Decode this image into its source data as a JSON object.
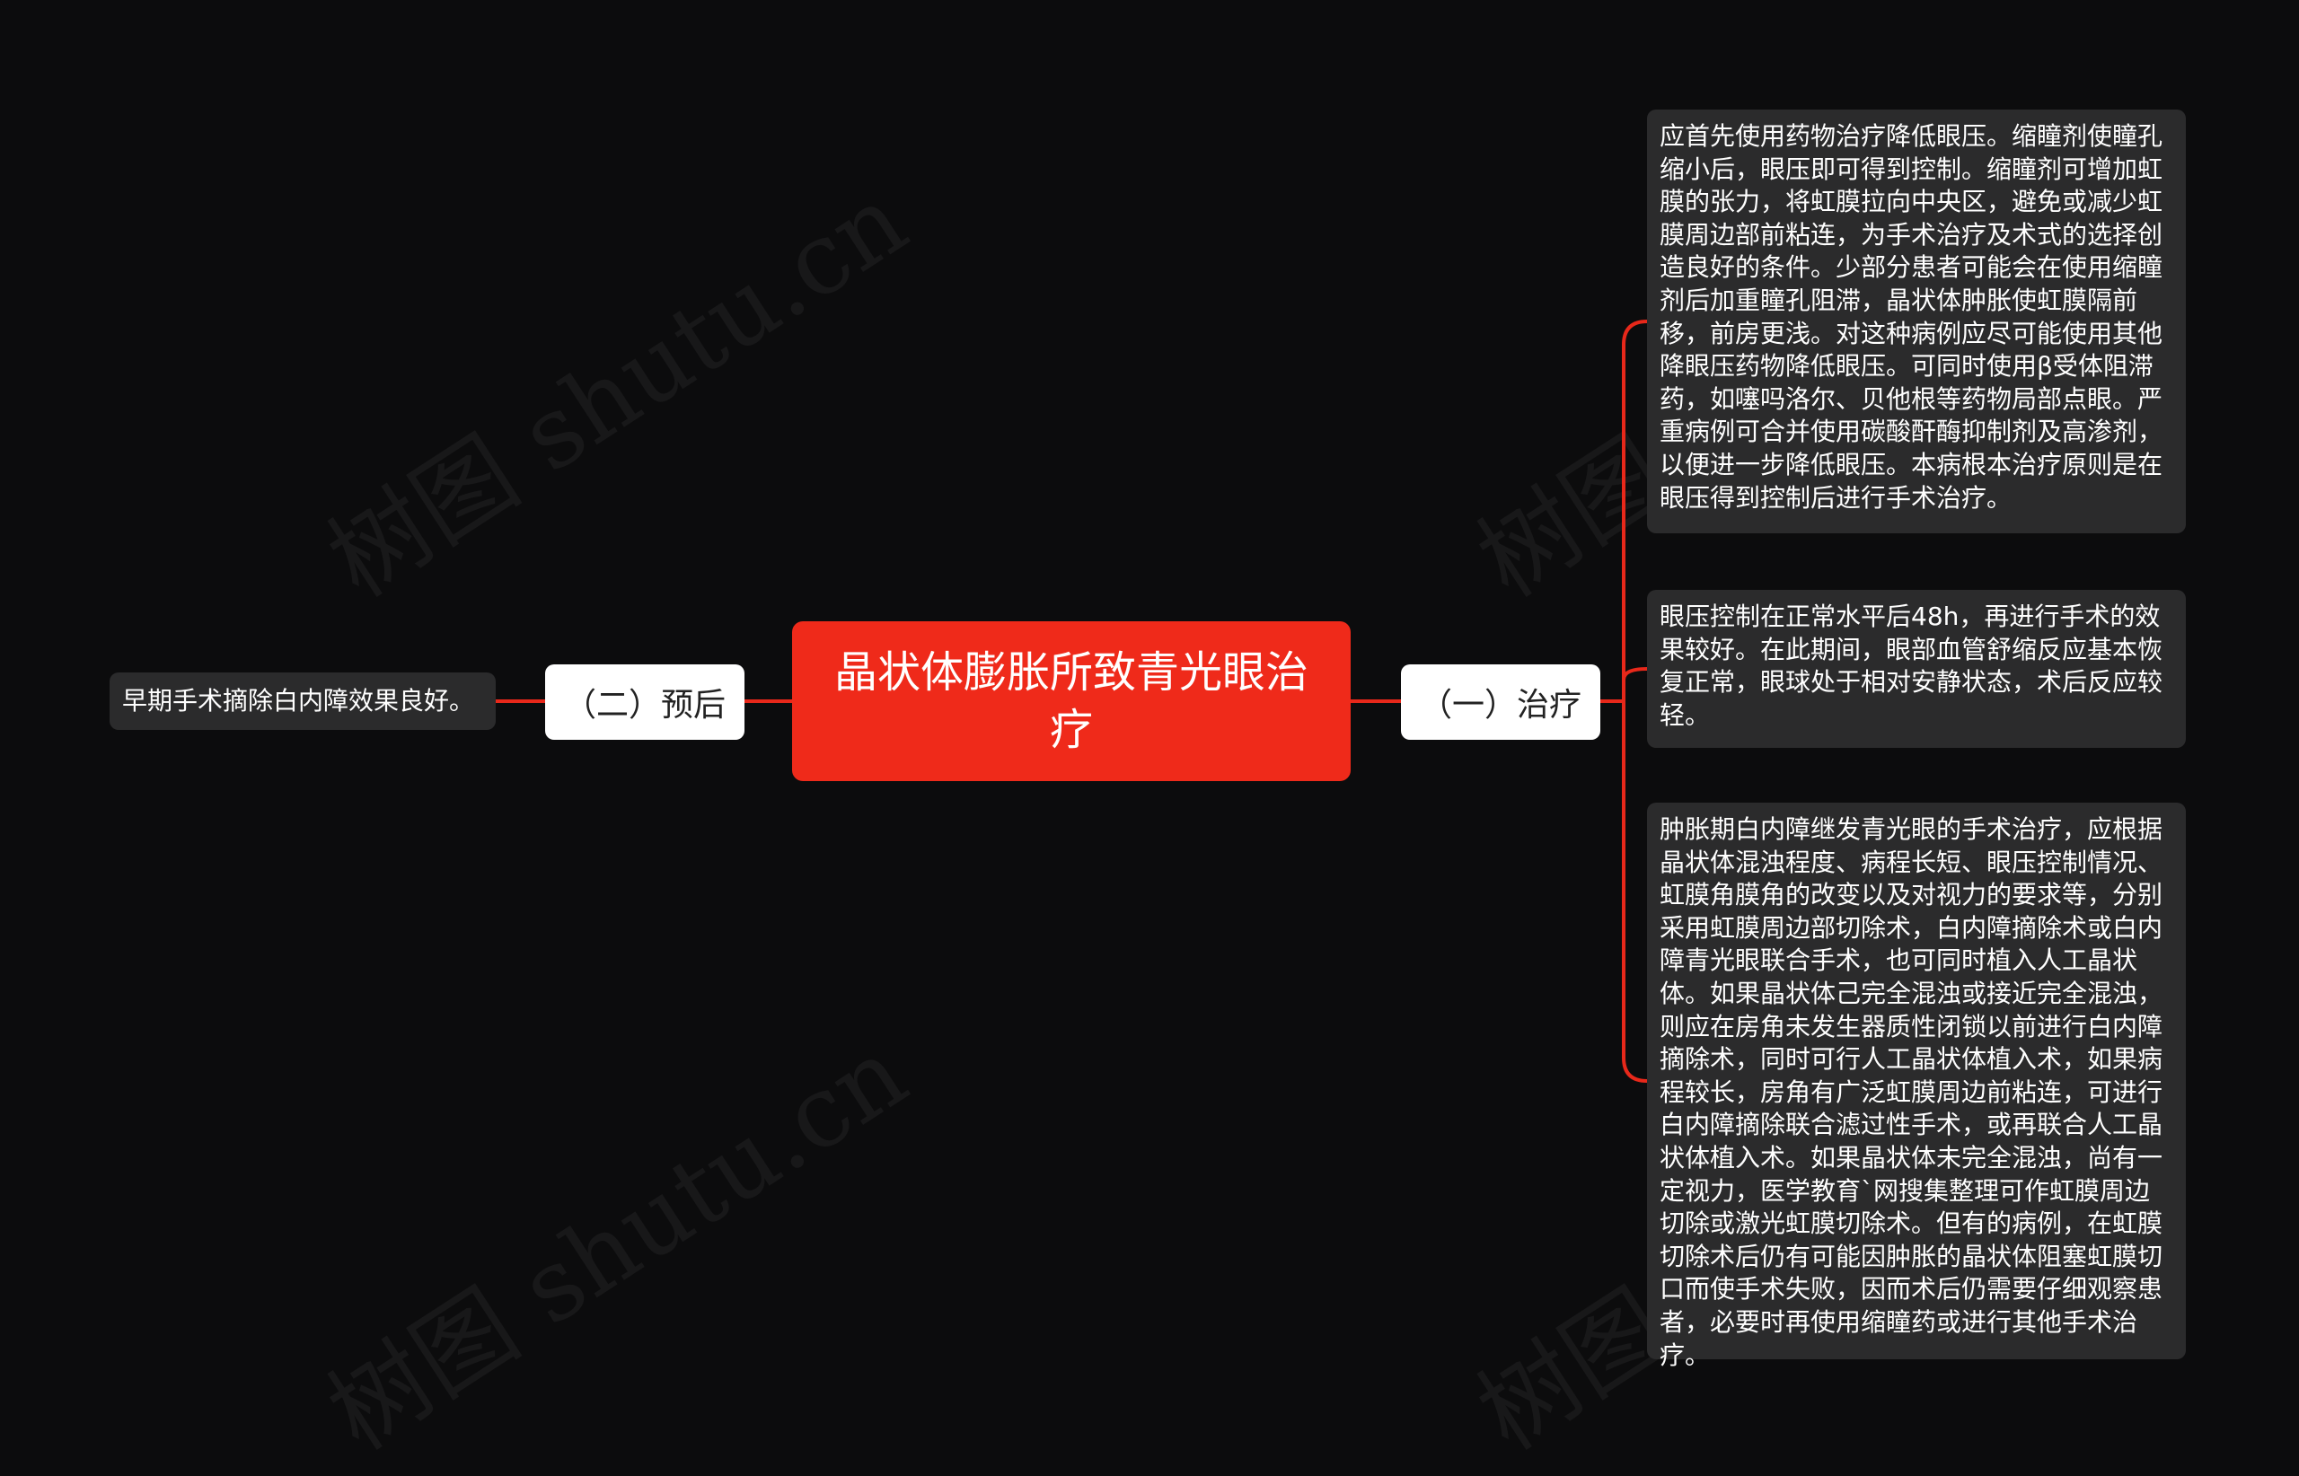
{
  "colors": {
    "background": "#0c0c0d",
    "root": "#ef2a1a",
    "connector": "#e8281a",
    "branch": "#ffffff",
    "leaf": "#2b2b2c"
  },
  "watermark": "树图 shutu.cn",
  "root": {
    "title": "晶状体膨胀所致青光眼治疗"
  },
  "branches": [
    {
      "label": "（一）治疗",
      "side": "right",
      "children": [
        "应首先使用药物治疗降低眼压。缩瞳剂使瞳孔缩小后，眼压即可得到控制。缩瞳剂可增加虹膜的张力，将虹膜拉向中央区，避免或减少虹膜周边部前粘连，为手术治疗及术式的选择创造良好的条件。少部分患者可能会在使用缩瞳剂后加重瞳孔阻滞，晶状体肿胀使虹膜隔前移，前房更浅。对这种病例应尽可能使用其他降眼压药物降低眼压。可同时使用β受体阻滞药，如噻吗洛尔、贝他根等药物局部点眼。严重病例可合并使用碳酸酐酶抑制剂及高渗剂，以便进一步降低眼压。本病根本治疗原则是在眼压得到控制后进行手术治疗。",
        "眼压控制在正常水平后48h，再进行手术的效果较好。在此期间，眼部血管舒缩反应基本恢复正常，眼球处于相对安静状态，术后反应较轻。",
        "肿胀期白内障继发青光眼的手术治疗，应根据晶状体混浊程度、病程长短、眼压控制情况、虹膜角膜角的改变以及对视力的要求等，分别采用虹膜周边部切除术，白内障摘除术或白内障青光眼联合手术，也可同时植入人工晶状体。如果晶状体己完全混浊或接近完全混浊，则应在房角未发生器质性闭锁以前进行白内障摘除术，同时可行人工晶状体植入术，如果病程较长，房角有广泛虹膜周边前粘连，可进行白内障摘除联合滤过性手术，或再联合人工晶状体植入术。如果晶状体未完全混浊，尚有一定视力，医学教育`网搜集整理可作虹膜周边切除或激光虹膜切除术。但有的病例，在虹膜切除术后仍有可能因肿胀的晶状体阻塞虹膜切口而使手术失败，因而术后仍需要仔细观察患者，必要时再使用缩瞳药或进行其他手术治疗。"
      ]
    },
    {
      "label": "（二）预后",
      "side": "left",
      "children": [
        "早期手术摘除白内障效果良好。"
      ]
    }
  ]
}
